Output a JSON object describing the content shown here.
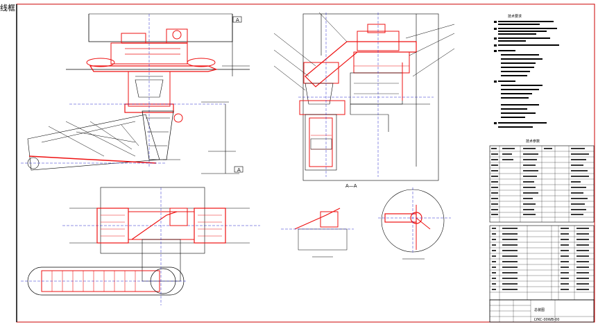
{
  "frame": {
    "corner_text": "线框",
    "border_color": "#cc0000",
    "line_color": "#000000",
    "drawing_color": "#ee1111",
    "axis_color": "#2222cc"
  },
  "views": {
    "top_left_marker": "A",
    "left_lower_marker": "A",
    "section_label": "A—A"
  },
  "title_block": {
    "drawing_code": "LYKC-00WB-00",
    "drawing_name": "总装图"
  },
  "tech_requirements_title": "技术要求",
  "params_table_title": "技术参数"
}
